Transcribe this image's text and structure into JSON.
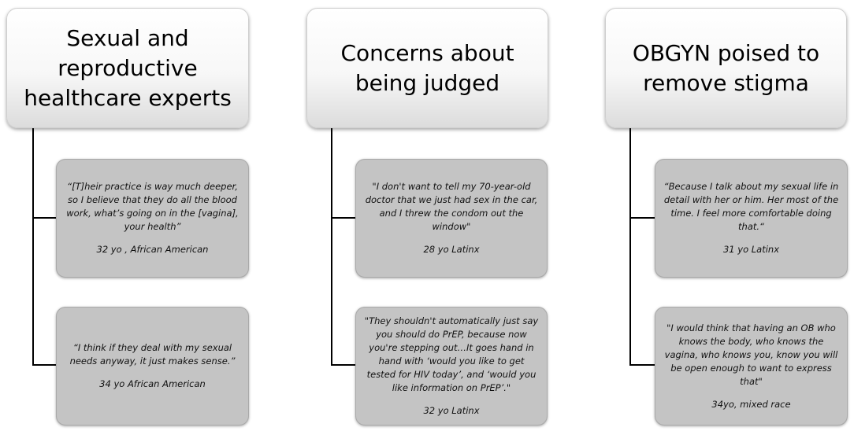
{
  "columns": [
    {
      "title": "Sexual and reproductive healthcare experts",
      "quotes": [
        {
          "text": "“[T]heir practice is way much deeper, so I believe that they do all the blood work, what’s going on in the [vagina], your health”",
          "source": "32 yo , African American"
        },
        {
          "text": "“I think if they deal with my sexual needs anyway, it just makes sense.”",
          "source": "34 yo African American"
        }
      ]
    },
    {
      "title": "Concerns about being judged",
      "quotes": [
        {
          "text": "\"I don't want to tell my 70-year-old doctor that we just had sex in the car, and I threw the condom out the window\"",
          "source": "28 yo Latinx"
        },
        {
          "text": "\"They shouldn't automatically just say you should do PrEP, because now you're stepping out…It goes hand in hand with ‘would you like to get tested for HIV today’, and ‘would you like information on PrEP’.\"",
          "source": "32 yo Latinx"
        }
      ]
    },
    {
      "title": "OBGYN poised to remove stigma",
      "quotes": [
        {
          "text": "“Because I talk about my sexual life in detail with her or him.  Her most of the time.  I feel more comfortable doing that.“",
          "source": "31 yo Latinx"
        },
        {
          "text": "\"I would think that having an OB who knows the body, who knows the vagina, who knows you, know you will be open enough to want to express that\"",
          "source": "34yo, mixed race"
        }
      ]
    }
  ]
}
